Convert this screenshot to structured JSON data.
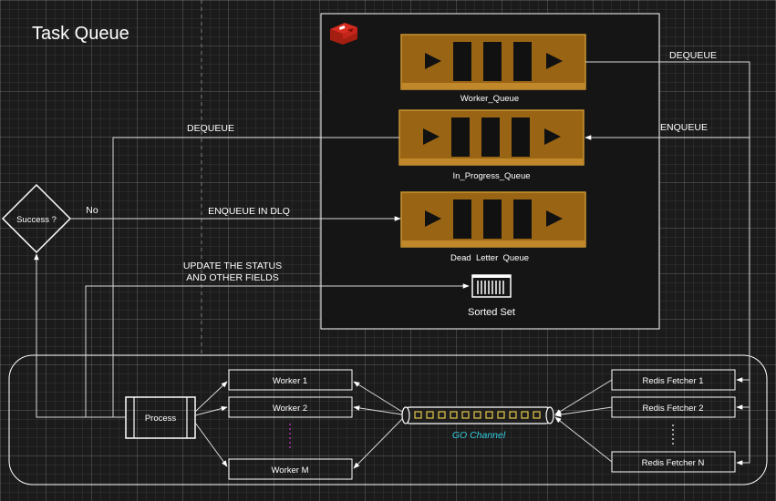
{
  "title": "Task Queue",
  "redis_logo": "redis-logo-icon",
  "queues": {
    "worker": "Worker_Queue",
    "in_progress": "In_Progress_Queue",
    "dead_letter": "Dead  Letter  Queue"
  },
  "sorted_set": "Sorted Set",
  "decision": "Success ?",
  "labels": {
    "dequeue_top": "DEQUEUE",
    "enqueue_right": "ENQUEUE",
    "dequeue_left": "DEQUEUE",
    "no": "No",
    "enqueue_dlq": "ENQUEUE IN DLQ",
    "update_line1": "UPDATE THE STATUS",
    "update_line2": "AND OTHER FIELDS"
  },
  "process": "Process",
  "workers": [
    "Worker 1",
    "Worker 2",
    "Worker M"
  ],
  "fetchers": [
    "Redis Fetcher 1",
    "Redis Fetcher 2",
    "Redis Fetcher N"
  ],
  "go_channel": "GO Channel",
  "colors": {
    "queue_fill": "#996515",
    "queue_border": "#c89432",
    "go_channel_text": "#33ccdd",
    "dotted_separator": "#cc33cc"
  }
}
